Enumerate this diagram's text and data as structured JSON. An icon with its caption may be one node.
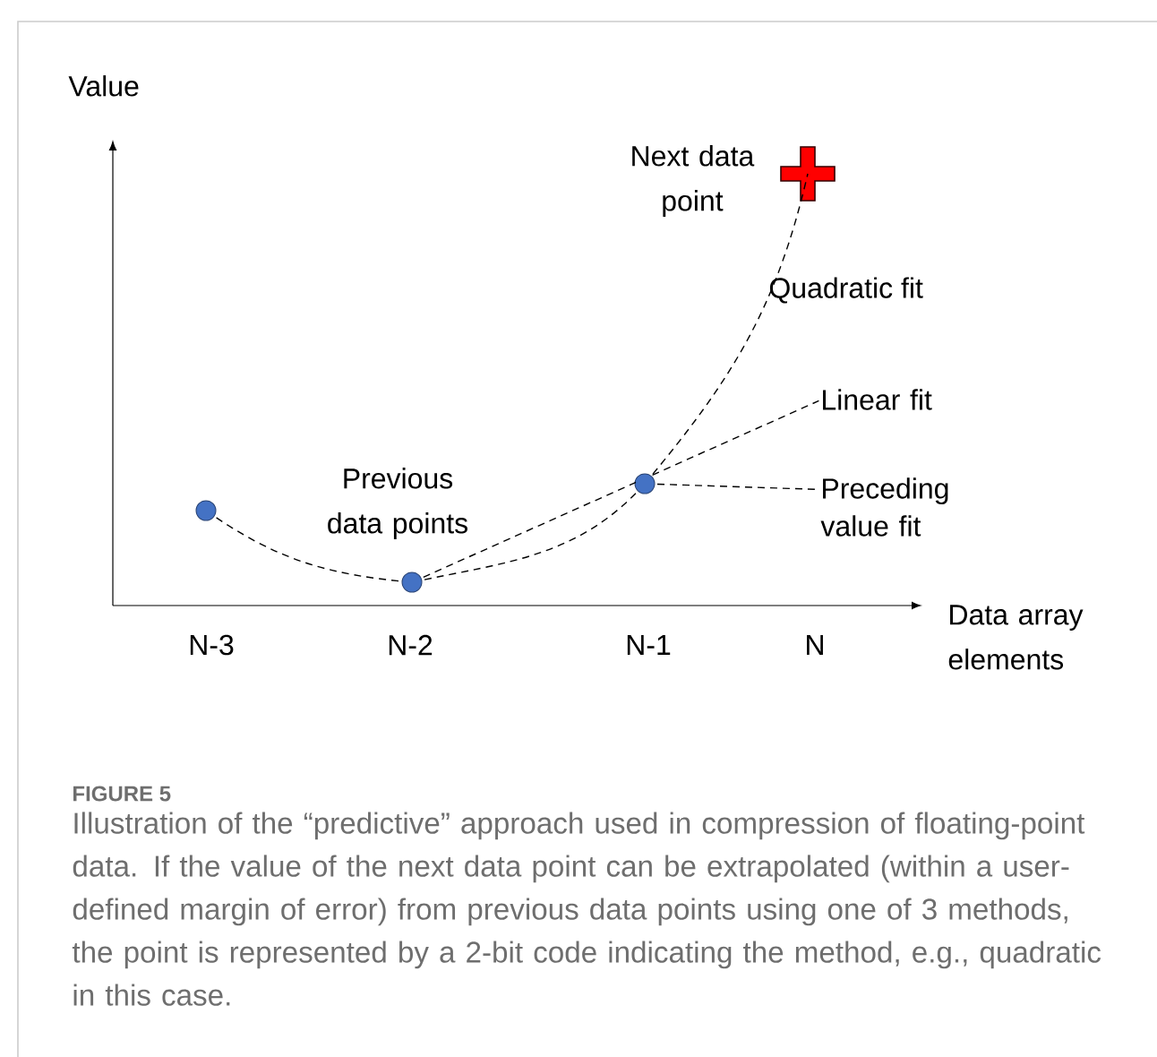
{
  "diagram": {
    "caption": "Illustration of the “predictive” approach used in compression of floating-point data. If the value of the next data point can be extrapolated (within a user-defined margin of error) from previous data points using one of 3 methods, the point is represented by a 2-bit code indicating the method, e.g., quadratic in this case.",
    "nodes": [
      {
        "text": [],
        "shape": "circle"
      },
      {
        "text": [],
        "shape": "circle"
      },
      {
        "text": [],
        "shape": "circle"
      },
      {
        "text": [],
        "shape": "cross",
        "beside": [
          "Next data point"
        ]
      },
      {
        "text": [
          "Linear fit"
        ]
      },
      {
        "text": [
          "Preceding value fit"
        ]
      }
    ],
    "edges": [
      {
        "from": 0,
        "to": 1,
        "arrow": "none",
        "style": "dashed"
      },
      {
        "from": 1,
        "to": 2,
        "arrow": "none",
        "style": "dashed"
      },
      {
        "from": 2,
        "to": 3,
        "arrow": "none",
        "style": "dashed"
      },
      {
        "from": 1,
        "to": 4,
        "arrow": "none",
        "style": "dashed"
      },
      {
        "from": 2,
        "to": 5,
        "arrow": "none",
        "style": "dashed"
      }
    ],
    "labels": [
      "Value",
      "Quadratic fit",
      "Previous data points",
      "Data array elements",
      "N-3",
      "N-2",
      "N-1",
      "N",
      "FIGURE 5"
    ]
  }
}
